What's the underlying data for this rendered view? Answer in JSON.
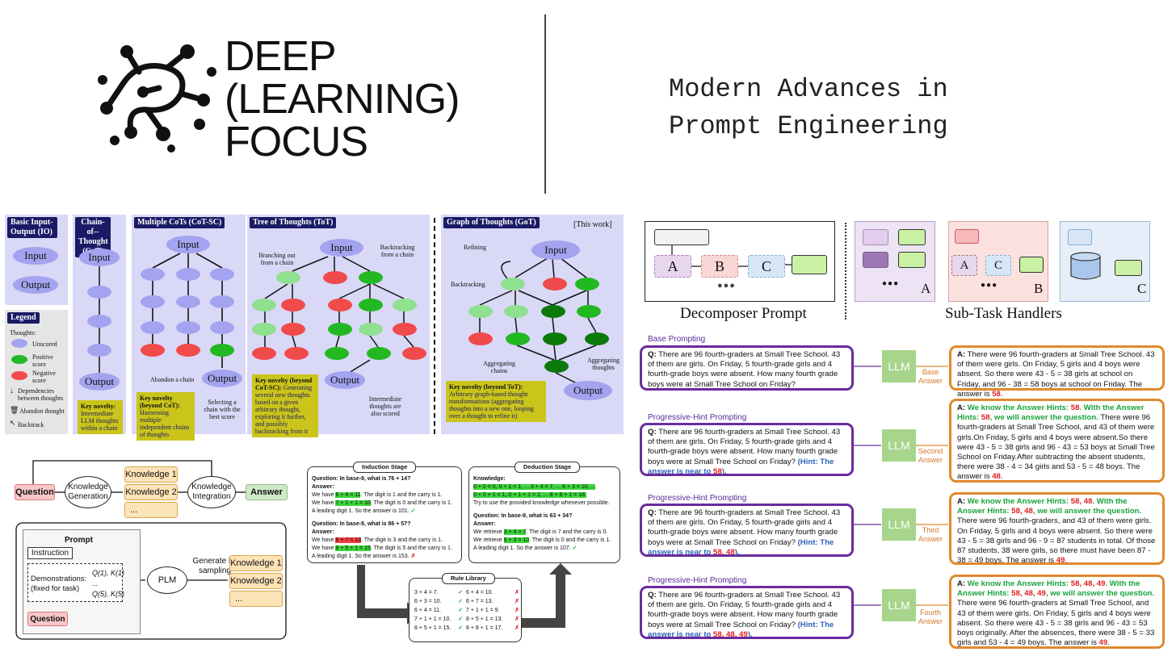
{
  "header": {
    "brand_line1": "DEEP",
    "brand_line2": "(LEARNING)",
    "brand_line3": "FOCUS",
    "subtitle_line1": "Modern Advances in",
    "subtitle_line2": "Prompt Engineering"
  },
  "thoughts_panel": {
    "io_title": "Basic Input-Output (IO)",
    "cot_title": "Chain-of--Thought (CoT)",
    "cotsc_title": "Multiple CoTs (CoT-SC)",
    "tot_title": "Tree of Thoughts (ToT)",
    "got_title": "Graph of Thoughts (GoT)",
    "this_work": "[This work]",
    "input": "Input",
    "output": "Output",
    "legend_title": "Legend",
    "legend_thoughts": "Thoughts:",
    "legend_unscored": "Unscored",
    "legend_positive": "Positive score",
    "legend_negative": "Negative score",
    "legend_dependencies": "Dependencies between thoughts",
    "legend_abandon": "Abandon thought",
    "legend_backtrack": "Backtrack",
    "cot_novelty_key": "Key novelty:",
    "cot_novelty": "Intermediate LLM thoughts within a chain",
    "cotsc_novelty_key": "Key novelty (beyond CoT):",
    "cotsc_novelty": "Harnessing multiple independent chains of thoughts",
    "abandon_chain": "Abandon a chain",
    "selecting_chain": "Selecting a chain with the best score",
    "tot_branching": "Branching out from a chain",
    "tot_backtracking": "Backtracking from a chain",
    "tot_intermediate": "Intermediate thoughts are also scored",
    "tot_novelty_key": "Key novelty (beyond CoT-SC):",
    "tot_novelty": "Generating several new thoughts based on a given arbitrary thought, exploring it further, and possibly backtracking from it",
    "got_refining": "Refining",
    "got_backtracking": "Backtracking",
    "got_agg_chains": "Aggregating chains",
    "got_agg_thoughts": "Aggregating thoughts",
    "got_novelty_key": "Key novelty (beyond ToT):",
    "got_novelty": "Arbitrary graph-based thought transformations (aggregating thoughts into a new one, looping over a thought to refine it)"
  },
  "knowledge_panel": {
    "question": "Question",
    "knowledge_generation": "Knowledge Generation",
    "knowledge1": "Knowledge 1",
    "knowledge2": "Knowledge 2",
    "ellipsis": "...",
    "knowledge_integration": "Knowledge Integration",
    "answer": "Answer",
    "prompt": "Prompt",
    "instruction": "Instruction",
    "demonstrations": "Demonstrations:",
    "fixed_for_task": "(fixed for task)",
    "q1k1": "Q(1), K(1)",
    "q5k5": "Q(5), K(5)",
    "plm": "PLM",
    "generate_by": "Generate by sampling",
    "question2": "Question"
  },
  "induction_panel": {
    "induction_title": "Induction Stage",
    "deduction_title": "Deduction Stage",
    "rule_library": "Rule Library",
    "ind_q1": "Question: In base-9, what is 76 + 14?",
    "answer_lbl": "Answer:",
    "ind_a1_l1a": "We have ",
    "ind_a1_l1h": "6 + 4 = 11",
    "ind_a1_l1b": ". The digit is 1 and the carry is 1.",
    "ind_a1_l2a": "We have ",
    "ind_a1_l2h": "7 + 1 + 1 = 10",
    "ind_a1_l2b": ". The digit is 0 and the carry is 1.",
    "ind_a1_l3": "A leading digit 1. So the answer is 101.",
    "ind_q2": "Question: In base-9, what is 86 + 57?",
    "ind_a2_l1a": "We have ",
    "ind_a2_l1h": "6 + 7 = 13",
    "ind_a2_l1b": ". The digit is 3 and the carry is 1.",
    "ind_a2_l2a": "We have ",
    "ind_a2_l2h": "8 + 5 + 1 = 15",
    "ind_a2_l2b": ". The digit is 5 and the carry is 1.",
    "ind_a2_l3": "A leading digit 1. So the answer is 153.",
    "ded_knowledge": "Knowledge:",
    "ded_k1": "0 + 0 = 0, 0 + 1 = 1, ... 3 + 4 = 7, ... 6 + 3 = 10, ...",
    "ded_k2": "0 + 0 + 1 = 1, 0 + 1 + 1 = 2, ... 8 + 8 + 1 = 18.",
    "ded_try": "Try to use the provided knowledge whenever possible.",
    "ded_q": "Question: In base-9, what is 63 + 34?",
    "ded_l1a": "We retrieve ",
    "ded_l1h": "3 + 4 = 7",
    "ded_l1b": ". The digit is 7 and the carry is 0.",
    "ded_l2a": "We retrieve ",
    "ded_l2h": "6 + 3 = 10",
    "ded_l2b": ". The digit is 0 and the carry is 1.",
    "ded_l3": "A leading digit 1. So the answer is 107.",
    "rules_left": [
      "3 + 4 = 7.",
      "6 + 3 = 10.",
      "6 + 4 = 11.",
      "7 + 1 + 1 = 10.",
      "8 + 5 + 1 = 15."
    ],
    "rules_right": [
      "6 + 4 = 10.",
      "6 + 7 = 13.",
      "7 + 1 + 1 = 9.",
      "8 + 5 + 1 = 13.",
      "8 + 8 + 1 = 17."
    ]
  },
  "decomposer_panel": {
    "node_a": "A",
    "node_b": "B",
    "node_c": "C",
    "dots": "●●●",
    "decomposer_caption": "Decomposer Prompt",
    "handlers_caption": "Sub-Task Handlers"
  },
  "progressive_panel": {
    "base_label": "Base Prompting",
    "ph_label": "Progressive-Hint Prompting",
    "q_prefix": "Q:",
    "question": "There are 96 fourth-graders at Small Tree  School. 43 of them are girls. On Friday, 5 fourth-grade girls and 4 fourth-grade boys were absent. How many fourth grade boys were at Small Tree  School on Friday?",
    "hint_prefix": "(Hint: The answer is near to ",
    "hint2": "58",
    "hint3": "58, 48",
    "hint4": "58, 48, 49",
    "hint_suffix": ").",
    "llm": "LLM",
    "base_answer": "Base Answer",
    "second_answer": "Second Answer",
    "third_answer": "Third Answer",
    "fourth_answer": "Fourth Answer",
    "a_prefix": "A:",
    "a1_text": "There were 96 fourth-graders at Small Tree  School. 43 of them were girls. On Friday, 5 girls and 4 boys were absent. So there were 43 - 5 = 38 girls at school on Friday, and 96 - 38 = 58 boys at school on Friday. The answer is ",
    "a1_ans": "58",
    "hints_intro": "We know the Answer Hints: ",
    "with_hints": ". With the Answer Hints: ",
    "will_answer": ", we will answer the question.",
    "a2_text": " There were 96 fourth-graders at Small Tree  School, and 43 of them were girls.On Friday, 5 girls and 4 boys were absent.So there were 43 - 5 = 38 girls and 96 - 43 = 53 boys at Small Tree School on Friday.After subtracting the absent students, there were 38 - 4 = 34 girls and 53 - 5 = 48 boys. The answer is ",
    "a2_ans": "48",
    "a3_text": " There were 96 fourth-graders, and 43 of them were girls. On Friday, 5 girls and 4 boys were absent. So there were 43 - 5 = 38 girls and 96 - 9 = 87 students in total. Of those 87 students, 38 were girls, so there must have been 87 - 38 = 49 boys. The answer is ",
    "a3_ans": "49",
    "a4_text": " There were 96 fourth-graders at Small Tree  School, and 43 of them were girls. On Friday, 5 girls and 4 boys were absent. So there were 43 - 5 = 38 girls and 96 - 43 = 53 boys originally. After the absences, there were 38 - 5 = 33 girls and 53 - 4 = 49 boys. The answer is ",
    "a4_ans": "49",
    "period": "."
  },
  "colors": {
    "navy": "#1a1a66",
    "lavender": "#d9d8f6",
    "unscored": "#a3a3f0",
    "positive": "#22b822",
    "negative": "#f04a4a",
    "purple_box": "#6a2b9e",
    "orange_box": "#e08a2c",
    "llm_green": "#a7d58b"
  }
}
